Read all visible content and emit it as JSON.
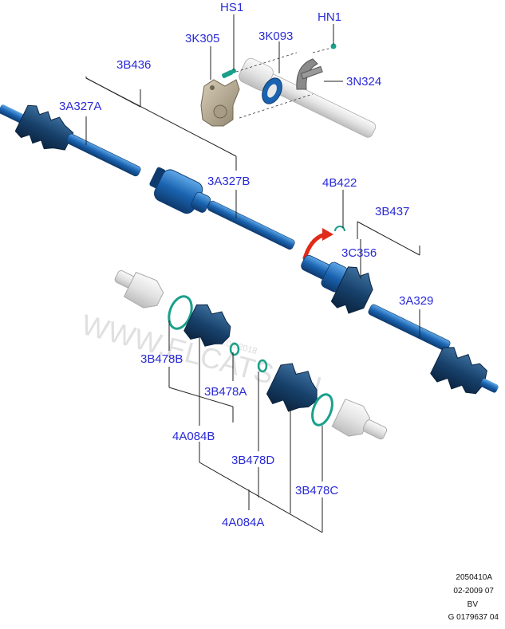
{
  "labels": {
    "HS1": "HS1",
    "HN1": "HN1",
    "3K305": "3K305",
    "3K093": "3K093",
    "3N324": "3N324",
    "3B436": "3B436",
    "3A327A": "3A327A",
    "3A327B": "3A327B",
    "4B422": "4B422",
    "3B437": "3B437",
    "3C356": "3C356",
    "3A329": "3A329",
    "3B478B": "3B478B",
    "3B478A": "3B478A",
    "4A084B": "4A084B",
    "3B478D": "3B478D",
    "3B478C": "3B478C",
    "4A084A": "4A084A"
  },
  "watermark": {
    "site": "WWW.ELCATS.RU",
    "date": "18.06.2018"
  },
  "footer": {
    "code": "2050410A",
    "date": "02-2009 07",
    "region": "BV",
    "ref": "G 0179637 04"
  },
  "colors": {
    "label": "#2a2ad8",
    "part_blue": "#1a63b0",
    "boot_dark": "#14385e",
    "ring_teal": "#1aa08a",
    "arrow_red": "#e02a1a"
  }
}
